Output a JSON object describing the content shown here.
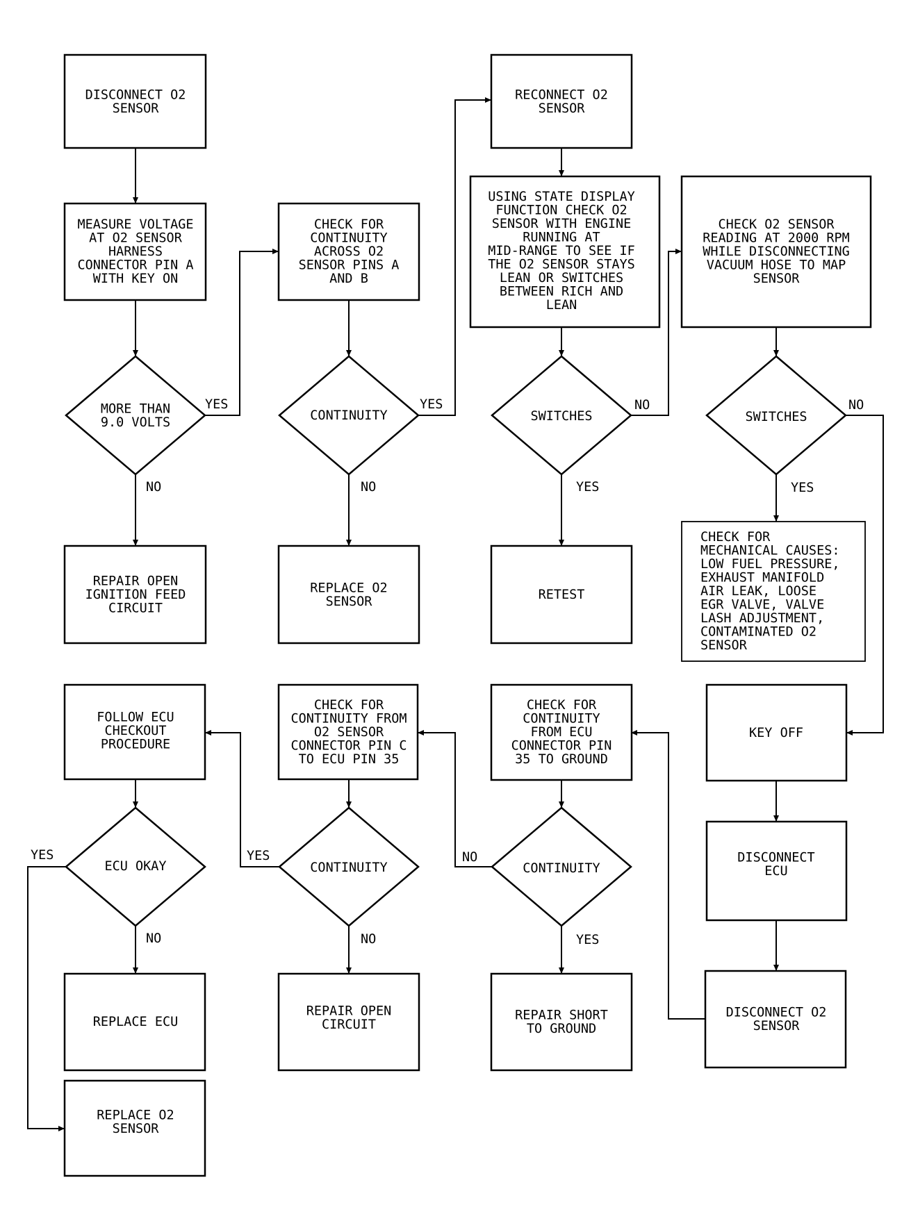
{
  "nodes": {
    "n1": {
      "lines": [
        "DISCONNECT O2",
        "SENSOR"
      ]
    },
    "n2": {
      "lines": [
        "MEASURE VOLTAGE",
        "AT O2 SENSOR",
        "HARNESS",
        "CONNECTOR PIN A",
        "WITH KEY ON"
      ]
    },
    "d1": {
      "lines": [
        "MORE THAN",
        "9.0 VOLTS"
      ]
    },
    "n3": {
      "lines": [
        "REPAIR OPEN",
        "IGNITION FEED",
        "CIRCUIT"
      ]
    },
    "n4": {
      "lines": [
        "CHECK FOR",
        "CONTINUITY",
        "ACROSS O2",
        "SENSOR PINS A",
        "AND B"
      ]
    },
    "d2": {
      "lines": [
        "CONTINUITY"
      ]
    },
    "n5": {
      "lines": [
        "REPLACE O2",
        "SENSOR"
      ]
    },
    "n6": {
      "lines": [
        "RECONNECT O2",
        "SENSOR"
      ]
    },
    "n7": {
      "lines": [
        "USING STATE DISPLAY",
        "FUNCTION CHECK O2",
        "SENSOR WITH ENGINE",
        "RUNNING AT",
        "MID-RANGE TO SEE IF",
        "THE O2 SENSOR STAYS",
        "LEAN OR SWITCHES",
        "BETWEEN RICH AND",
        "LEAN"
      ]
    },
    "d3": {
      "lines": [
        "SWITCHES"
      ]
    },
    "n8": {
      "lines": [
        "RETEST"
      ]
    },
    "n9": {
      "lines": [
        "CHECK O2 SENSOR",
        "READING AT 2000 RPM",
        "WHILE DISCONNECTING",
        "VACUUM HOSE TO MAP",
        "SENSOR"
      ]
    },
    "d4": {
      "lines": [
        "SWITCHES"
      ]
    },
    "n10": {
      "lines": [
        "CHECK FOR",
        "MECHANICAL CAUSES:",
        "LOW FUEL PRESSURE,",
        "EXHAUST MANIFOLD",
        "AIR LEAK, LOOSE",
        "EGR VALVE, VALVE",
        "LASH ADJUSTMENT,",
        "CONTAMINATED O2",
        "SENSOR"
      ]
    },
    "n11": {
      "lines": [
        "KEY OFF"
      ]
    },
    "n12": {
      "lines": [
        "DISCONNECT",
        "ECU"
      ]
    },
    "n13": {
      "lines": [
        "DISCONNECT O2",
        "SENSOR"
      ]
    },
    "n14": {
      "lines": [
        "CHECK FOR",
        "CONTINUITY",
        "FROM ECU",
        "CONNECTOR PIN",
        "35 TO GROUND"
      ]
    },
    "d5": {
      "lines": [
        "CONTINUITY"
      ]
    },
    "n15": {
      "lines": [
        "REPAIR SHORT",
        "TO GROUND"
      ]
    },
    "n16": {
      "lines": [
        "CHECK FOR",
        "CONTINUITY FROM",
        "O2 SENSOR",
        "CONNECTOR PIN C",
        "TO ECU PIN 35"
      ]
    },
    "d6": {
      "lines": [
        "CONTINUITY"
      ]
    },
    "n17": {
      "lines": [
        "REPAIR OPEN",
        "CIRCUIT"
      ]
    },
    "n18": {
      "lines": [
        "FOLLOW ECU",
        "CHECKOUT",
        "PROCEDURE"
      ]
    },
    "d7": {
      "lines": [
        "ECU OKAY"
      ]
    },
    "n19": {
      "lines": [
        "REPLACE ECU"
      ]
    },
    "n20": {
      "lines": [
        "REPLACE O2",
        "SENSOR"
      ]
    }
  },
  "edge_labels": {
    "d1_yes": "YES",
    "d1_no": "NO",
    "d2_yes": "YES",
    "d2_no": "NO",
    "d3_no": "NO",
    "d3_yes": "YES",
    "d4_no": "NO",
    "d4_yes": "YES",
    "d5_no": "NO",
    "d5_yes": "YES",
    "d6_yes": "YES",
    "d6_no": "NO",
    "d7_yes": "YES",
    "d7_no": "NO"
  }
}
